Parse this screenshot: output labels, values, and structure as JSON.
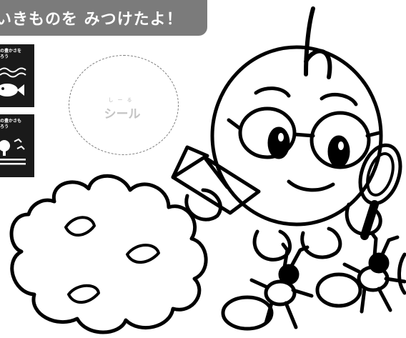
{
  "title": "いきものを みつけたよ！",
  "sdg_tiles": [
    {
      "caption": "の豊かさを\nろう",
      "icon": "fish-icon"
    },
    {
      "caption": "の豊かさも\nろう",
      "icon": "tree-icon"
    }
  ],
  "sticker": {
    "ruby": "しーる",
    "label": "シール"
  },
  "colors": {
    "title_bar": "#7b7b7b",
    "tile": "#1a1a1a",
    "line": "#000000"
  }
}
